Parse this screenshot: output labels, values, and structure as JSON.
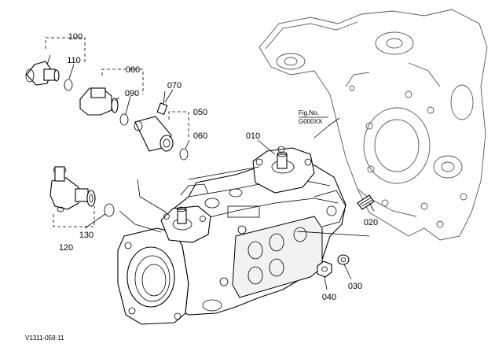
{
  "parts": [
    {
      "id": "p100",
      "number": "100"
    },
    {
      "id": "p110",
      "number": "110"
    },
    {
      "id": "p080",
      "number": "080"
    },
    {
      "id": "p090",
      "number": "090"
    },
    {
      "id": "p070",
      "number": "070"
    },
    {
      "id": "p050",
      "number": "050"
    },
    {
      "id": "p060",
      "number": "060"
    },
    {
      "id": "p010",
      "number": "010"
    },
    {
      "id": "p020",
      "number": "020"
    },
    {
      "id": "p030",
      "number": "030"
    },
    {
      "id": "p040",
      "number": "040"
    },
    {
      "id": "p120",
      "number": "120"
    },
    {
      "id": "p130",
      "number": "130"
    }
  ],
  "figure_ref": {
    "line1": "Fig.No.",
    "line2": "G000XX"
  },
  "drawing_code": "V1311-059-11"
}
